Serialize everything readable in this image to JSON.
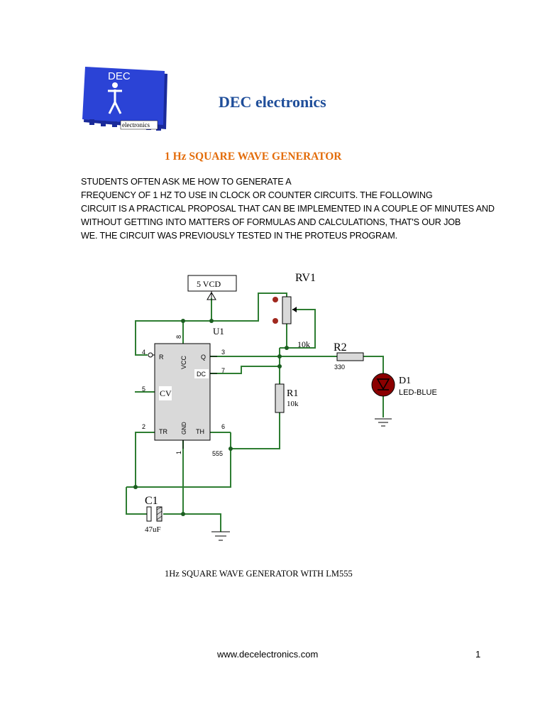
{
  "header": {
    "logo": {
      "top_text": "DEC",
      "bottom_text": "electronics",
      "colors": {
        "chip": "#2b43d6",
        "chip_dark": "#1a2a9a"
      }
    },
    "brand_name": "DEC electronics",
    "colors": {
      "brand": "#1f4e9a"
    }
  },
  "document": {
    "title": "1 Hz SQUARE WAVE GENERATOR",
    "title_color": "#e36c0a",
    "intro_lines": [
      "STUDENTS OFTEN ASK ME HOW TO GENERATE A",
      "FREQUENCY OF 1 HZ TO USE IN CLOCK OR COUNTER CIRCUITS. THE FOLLOWING",
      "CIRCUIT IS A PRACTICAL PROPOSAL THAT CAN BE IMPLEMENTED IN A COUPLE OF MINUTES AND",
      "WITHOUT GETTING INTO MATTERS OF FORMULAS AND CALCULATIONS, THAT'S OUR JOB",
      "WE. THE CIRCUIT WAS PREVIOUSLY TESTED IN THE PROTEUS PROGRAM."
    ],
    "figure_caption": "1Hz SQUARE WAVE GENERATOR WITH LM555"
  },
  "schematic": {
    "colors": {
      "wire": "#2e7d32",
      "junction": "#1b5e20",
      "ic_body": "#d9d9d9",
      "resistor_body": "#d9d9d9",
      "led": "#8b0000",
      "pot_terminal": "#a0281e"
    },
    "supply_label": "5 VCD",
    "ic": {
      "ref": "U1",
      "part": "555",
      "pins": {
        "r": "R",
        "vcc": "VCC",
        "q": "Q",
        "dc": "DC",
        "cv": "CV",
        "tr": "TR",
        "gnd": "GND",
        "th": "TH"
      },
      "pin_numbers": {
        "r": "4",
        "vcc": "8",
        "q": "3",
        "dc": "7",
        "cv": "5",
        "tr": "2",
        "gnd": "1",
        "th": "6"
      }
    },
    "rv1": {
      "ref": "RV1",
      "value": "10k"
    },
    "r1": {
      "ref": "R1",
      "value": "10k"
    },
    "r2": {
      "ref": "R2",
      "value": "330"
    },
    "d1": {
      "ref": "D1",
      "value": "LED-BLUE"
    },
    "c1": {
      "ref": "C1",
      "value": "47uF"
    }
  },
  "footer": {
    "url": "www.decelectronics.com",
    "page_number": "1"
  }
}
